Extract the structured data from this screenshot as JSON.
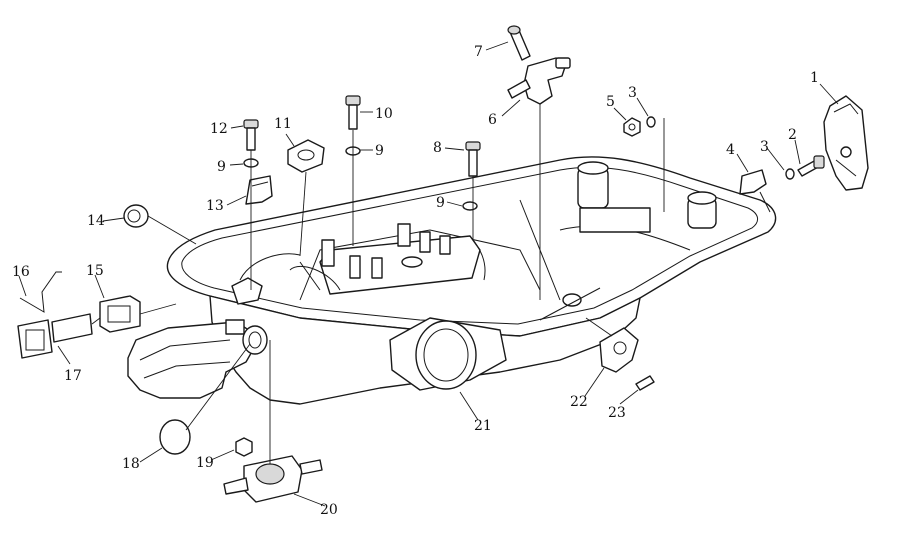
{
  "callouts": [
    {
      "id": "c1",
      "label": "1"
    },
    {
      "id": "c2",
      "label": "2"
    },
    {
      "id": "c3a",
      "label": "3"
    },
    {
      "id": "c3b",
      "label": "3"
    },
    {
      "id": "c4",
      "label": "4"
    },
    {
      "id": "c5",
      "label": "5"
    },
    {
      "id": "c6",
      "label": "6"
    },
    {
      "id": "c7",
      "label": "7"
    },
    {
      "id": "c8",
      "label": "8"
    },
    {
      "id": "c9a",
      "label": "9"
    },
    {
      "id": "c9b",
      "label": "9"
    },
    {
      "id": "c9c",
      "label": "9"
    },
    {
      "id": "c10",
      "label": "10"
    },
    {
      "id": "c11",
      "label": "11"
    },
    {
      "id": "c12",
      "label": "12"
    },
    {
      "id": "c13",
      "label": "13"
    },
    {
      "id": "c14",
      "label": "14"
    },
    {
      "id": "c15",
      "label": "15"
    },
    {
      "id": "c16",
      "label": "16"
    },
    {
      "id": "c17",
      "label": "17"
    },
    {
      "id": "c18",
      "label": "18"
    },
    {
      "id": "c19",
      "label": "19"
    },
    {
      "id": "c20",
      "label": "20"
    },
    {
      "id": "c21",
      "label": "21"
    },
    {
      "id": "c22",
      "label": "22"
    },
    {
      "id": "c23",
      "label": "23"
    }
  ]
}
